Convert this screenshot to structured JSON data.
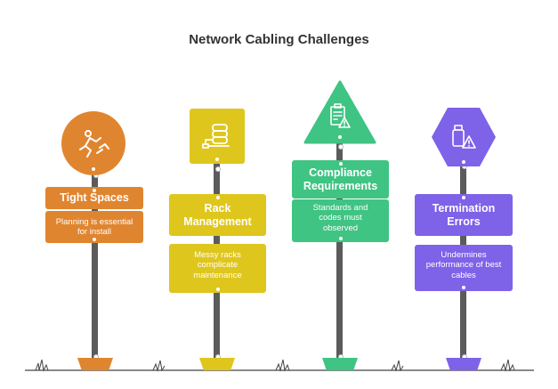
{
  "title": "Network Cabling Challenges",
  "colors": {
    "orange": "#e0852f",
    "yellow": "#dfc61d",
    "green": "#3fc483",
    "purple": "#7e62e8",
    "pole": "#5b5b5b"
  },
  "items": [
    {
      "title": "Tight Spaces",
      "description": "Planning is essential for install",
      "icon": "person-crawling-icon",
      "sign_shape": "circle"
    },
    {
      "title": "Rack Management",
      "description": "Messy racks complicate maintenance",
      "icon": "server-rack-icon",
      "sign_shape": "square"
    },
    {
      "title": "Compliance Requirements",
      "description": "Standards and codes must observed",
      "icon": "compliance-document-icon",
      "sign_shape": "triangle"
    },
    {
      "title": "Termination Errors",
      "description": "Undermines performance of best cables",
      "icon": "usb-warning-icon",
      "sign_shape": "hexagon"
    }
  ]
}
